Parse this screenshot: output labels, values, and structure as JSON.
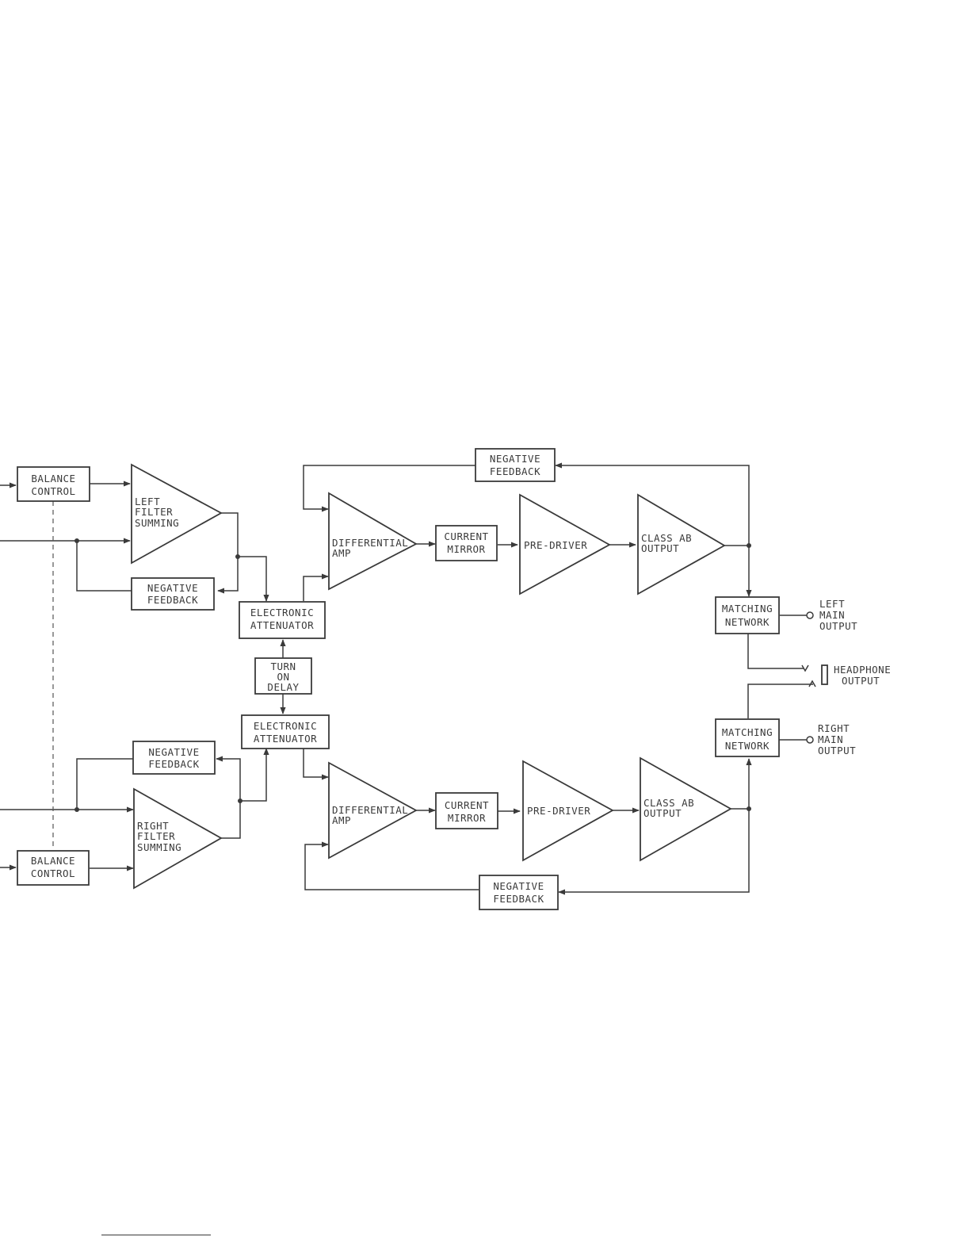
{
  "blocks": {
    "balance_control_top": [
      "BALANCE",
      "CONTROL"
    ],
    "left_filter_summing": [
      "LEFT",
      "FILTER",
      "SUMMING"
    ],
    "negative_feedback_left_input": [
      "NEGATIVE",
      "FEEDBACK"
    ],
    "negative_feedback_top": [
      "NEGATIVE",
      "FEEDBACK"
    ],
    "differential_amp_top": [
      "DIFFERENTIAL",
      "AMP"
    ],
    "current_mirror_top": [
      "CURRENT",
      "MIRROR"
    ],
    "pre_driver_top": [
      "PRE-DRIVER"
    ],
    "class_ab_output_top": [
      "CLASS AB",
      "OUTPUT"
    ],
    "electronic_attenuator_top": [
      "ELECTRONIC",
      "ATTENUATOR"
    ],
    "turn_on_delay": [
      "TURN",
      "ON",
      "DELAY"
    ],
    "electronic_attenuator_bottom": [
      "ELECTRONIC",
      "ATTENUATOR"
    ],
    "matching_network_top": [
      "MATCHING",
      "NETWORK"
    ],
    "left_main_output": [
      "LEFT",
      "MAIN",
      "OUTPUT"
    ],
    "headphone_output": [
      "HEADPHONE",
      "OUTPUT"
    ],
    "matching_network_bottom": [
      "MATCHING",
      "NETWORK"
    ],
    "right_main_output": [
      "RIGHT",
      "MAIN",
      "OUTPUT"
    ],
    "negative_feedback_right_input": [
      "NEGATIVE",
      "FEEDBACK"
    ],
    "right_filter_summing": [
      "RIGHT",
      "FILTER",
      "SUMMING"
    ],
    "balance_control_bottom": [
      "BALANCE",
      "CONTROL"
    ],
    "differential_amp_bottom": [
      "DIFFERENTIAL",
      "AMP"
    ],
    "current_mirror_bottom": [
      "CURRENT",
      "MIRROR"
    ],
    "pre_driver_bottom": [
      "PRE-DRIVER"
    ],
    "class_ab_output_bottom": [
      "CLASS AB",
      "OUTPUT"
    ],
    "negative_feedback_bottom": [
      "NEGATIVE",
      "FEEDBACK"
    ]
  }
}
